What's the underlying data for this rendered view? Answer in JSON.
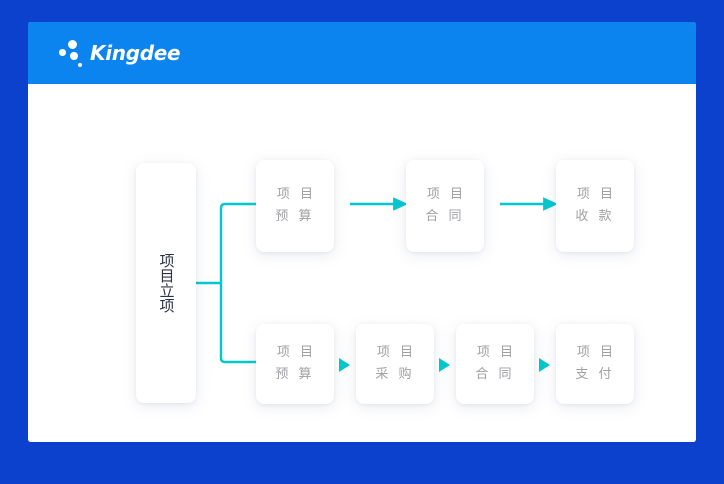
{
  "colors": {
    "page_background": "#0b41cc",
    "header_bar": "#0b84f0",
    "card": "#ffffff",
    "connector": "#00c8cf",
    "node_text": "#a0a0a4",
    "root_text": "#2d3246"
  },
  "header": {
    "brand_name": "Kingdee",
    "logo_icon": "kingdee-dots-logo-icon"
  },
  "diagram": {
    "root": {
      "label": "项目立项"
    },
    "top_row": [
      {
        "id": "top-1",
        "line1": "项 目",
        "line2": "预 算",
        "label": "项目预算"
      },
      {
        "id": "top-2",
        "line1": "项 目",
        "line2": "合 同",
        "label": "项目合同"
      },
      {
        "id": "top-3",
        "line1": "项 目",
        "line2": "收 款",
        "label": "项目收款"
      }
    ],
    "bottom_row": [
      {
        "id": "bot-1",
        "line1": "项 目",
        "line2": "预 算",
        "label": "项目预算"
      },
      {
        "id": "bot-2",
        "line1": "项 目",
        "line2": "采 购",
        "label": "项目采购"
      },
      {
        "id": "bot-3",
        "line1": "项 目",
        "line2": "合 同",
        "label": "项目合同"
      },
      {
        "id": "bot-4",
        "line1": "项 目",
        "line2": "支 付",
        "label": "项目支付"
      }
    ],
    "connectors": {
      "branch": "root splits to top-1 and bot-1",
      "top_arrows": 2,
      "bottom_arrows": 3,
      "arrow_style_top": "line-with-arrowhead",
      "arrow_style_bottom": "solid-triangle"
    }
  }
}
